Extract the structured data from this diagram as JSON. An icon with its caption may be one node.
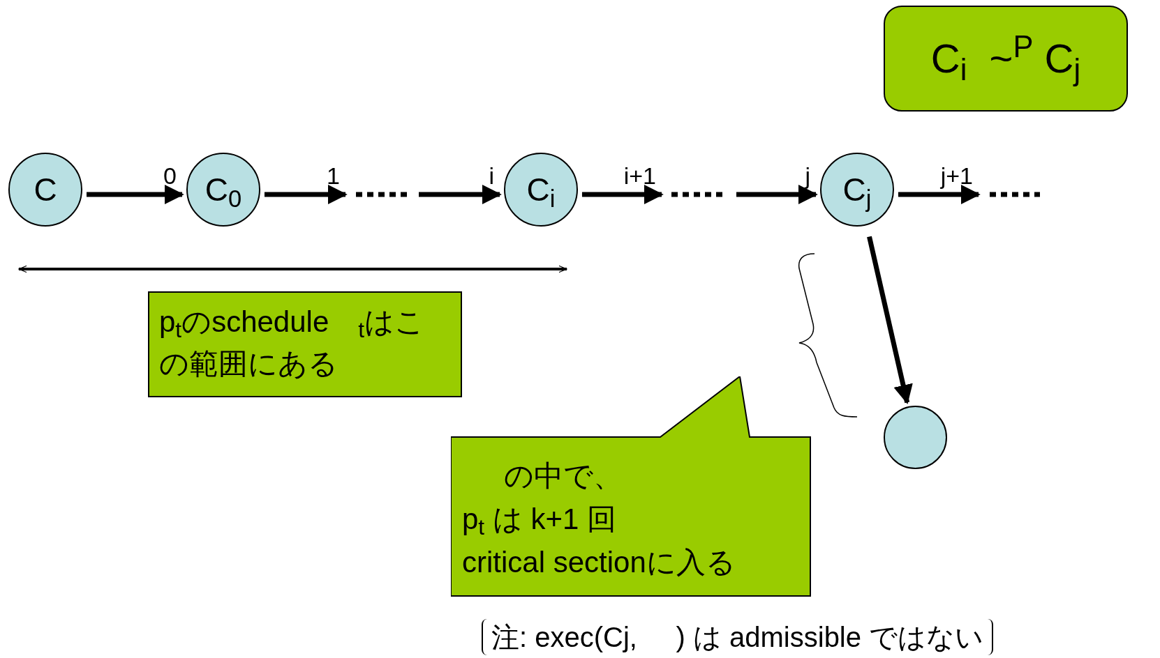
{
  "diagram": {
    "nodes": [
      {
        "text": [
          "C"
        ]
      },
      {
        "text": [
          "C$_{0}$"
        ]
      },
      {
        "text": [
          "C$_{i}$"
        ]
      },
      {
        "text": [
          "C$_{j}$"
        ]
      },
      {
        "text": [],
        "shape": "circle"
      },
      {
        "text": [
          "p$_{t}$のschedule　$_{t}$はこの範囲にある"
        ]
      },
      {
        "text": [
          "の中で、",
          "p$_{t}$ は k+1 回",
          "critical sectionに入る"
        ]
      },
      {
        "text": [
          "C$_{i}$  ~$^{P}$ C$_{j}$"
        ]
      }
    ],
    "edges": [
      {
        "from": 0,
        "to": 1,
        "label": "0",
        "arrow": "to"
      },
      {
        "from": 1,
        "to": null,
        "label": "1",
        "arrow": "to"
      },
      {
        "from": null,
        "to": 2,
        "label": "i",
        "arrow": "to"
      },
      {
        "from": 2,
        "to": null,
        "label": "i+1",
        "arrow": "to"
      },
      {
        "from": null,
        "to": 3,
        "label": "j",
        "arrow": "to"
      },
      {
        "from": 3,
        "to": null,
        "label": "j+1",
        "arrow": "to"
      },
      {
        "from": 3,
        "to": 4,
        "arrow": "to"
      }
    ],
    "labels": [
      "注: exec(Cj,     ) は admissible ではない"
    ]
  }
}
